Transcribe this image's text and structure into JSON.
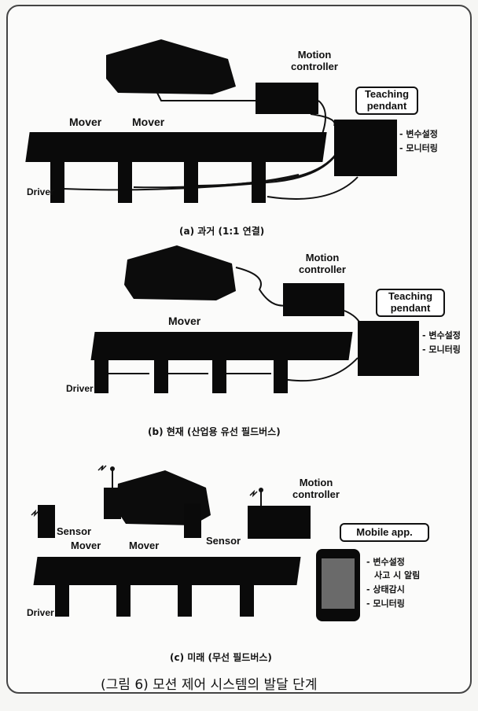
{
  "panels": {
    "a": {
      "motion_controller": [
        "Motion",
        "controller"
      ],
      "pendant": [
        "Teaching",
        "pendant"
      ],
      "movers": [
        "Mover",
        "Mover"
      ],
      "driver": "Driver",
      "functions": [
        "- 변수설정",
        "- 모니터링"
      ],
      "caption": "(a) 과거 (1:1 연결)"
    },
    "b": {
      "motion_controller": [
        "Motion",
        "controller"
      ],
      "pendant": [
        "Teaching",
        "pendant"
      ],
      "mover": "Mover",
      "driver": "Driver",
      "functions": [
        "- 변수설정",
        "- 모니터링"
      ],
      "caption": "(b) 현재 (산업용 유선 필드버스)"
    },
    "c": {
      "motion_controller": [
        "Motion",
        "controller"
      ],
      "mobile_app": "Mobile app.",
      "sensors": [
        "Sensor",
        "Sensor"
      ],
      "movers": [
        "Mover",
        "Mover"
      ],
      "driver": "Driver",
      "functions": [
        "- 변수설정",
        "사고 시 알림",
        "- 상태감시",
        "- 모니터링"
      ],
      "caption": "(c) 미래 (무선 필드버스)"
    }
  },
  "figure_title": "(그림 6) 모션 제어 시스템의 발달 단계",
  "colors": {
    "ink": "#0a0a0a",
    "frame": "#444444",
    "paper": "#fbfbfa"
  }
}
